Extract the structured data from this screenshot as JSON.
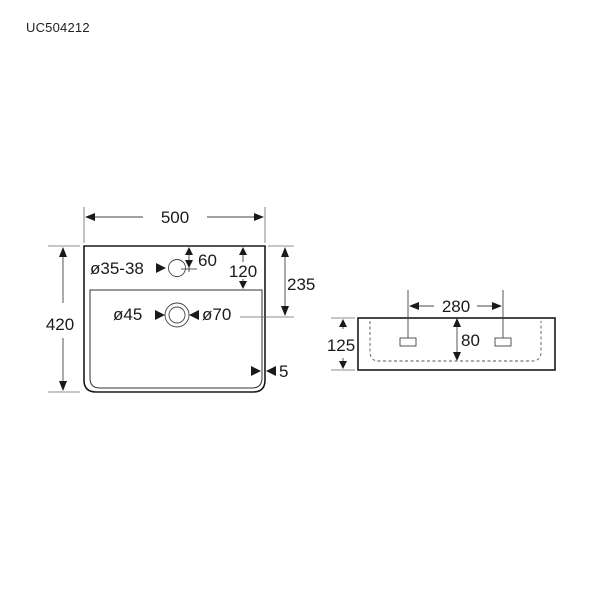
{
  "header": {
    "model_code": "UC504212"
  },
  "top_view": {
    "width_label": "500",
    "depth_label": "420",
    "tap_offset_label": "60",
    "basin_front_label": "120",
    "waste_offset_label": "235",
    "tap_hole_label": "ø35-38",
    "waste_inner_label": "ø45",
    "waste_outer_label": "ø70",
    "rim_label": "5"
  },
  "side_view": {
    "height_label": "125",
    "mounting_spacing_label": "280",
    "mounting_height_label": "80"
  },
  "colors": {
    "line": "#1a1a1a",
    "background": "#ffffff"
  }
}
